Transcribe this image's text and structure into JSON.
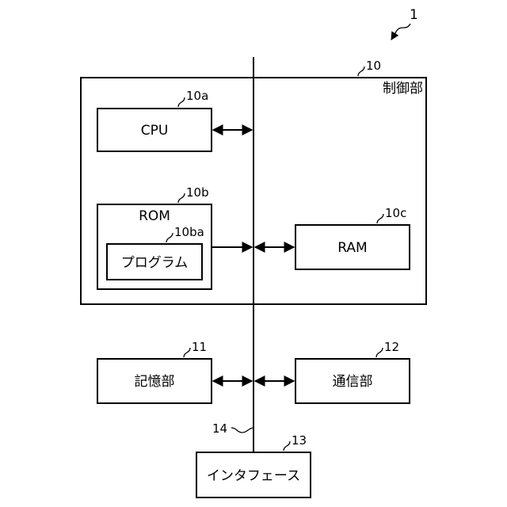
{
  "figure_ref": "1",
  "control_unit": {
    "ref": "10",
    "label": "制御部"
  },
  "cpu": {
    "ref": "10a",
    "label": "CPU"
  },
  "rom": {
    "ref": "10b",
    "label": "ROM"
  },
  "program": {
    "ref": "10ba",
    "label": "プログラム"
  },
  "ram": {
    "ref": "10c",
    "label": "RAM"
  },
  "storage": {
    "ref": "11",
    "label": "記憶部"
  },
  "communication": {
    "ref": "12",
    "label": "通信部"
  },
  "interface": {
    "ref": "13",
    "label": "インタフェース"
  },
  "bus": {
    "ref": "14"
  }
}
